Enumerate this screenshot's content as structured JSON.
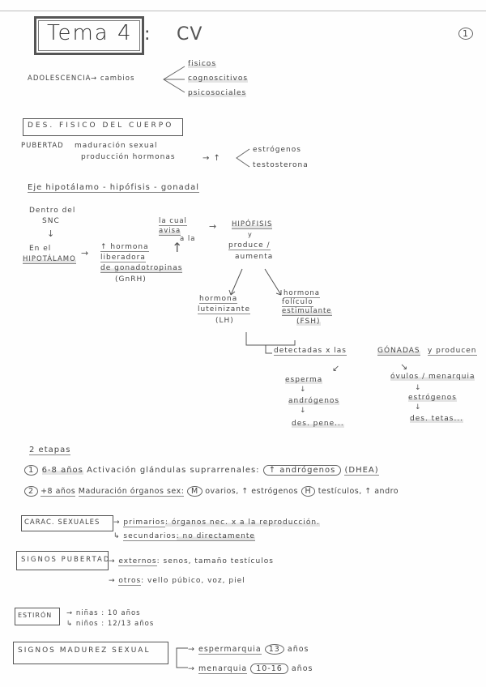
{
  "page": {
    "page_number": "1",
    "title": "Tema 4",
    "title_suffix": ":",
    "subject": "CV"
  },
  "adolescencia": {
    "label": "ADOLESCENCIA",
    "arrow": "→ cambios",
    "branches": [
      "fisicos",
      "cognoscitivos",
      "psicosociales"
    ]
  },
  "desarrollo_fisico": {
    "heading": "DES. FISICO DEL CUERPO",
    "pubertad": "PUBERTAD",
    "items": [
      "maduración sexual",
      "producción hormonas"
    ],
    "hormone_arrow": "→ ↑",
    "hormones": [
      "estrógenos",
      "testosterona"
    ]
  },
  "eje": {
    "heading": "Eje hipotálamo - hipófisis - gonadal",
    "dentro": "Dentro del",
    "snc": "SNC",
    "en_el": "En el",
    "hipotalamo": "HIPOTÁLAMO",
    "gnrh_lines": [
      "↑ hormona",
      "liberadora",
      "de gonadotropinas",
      "(GnRH)"
    ],
    "causa_lines": [
      "la cual",
      "avisa",
      "a la"
    ],
    "hipofisis": "HIPÓFISIS",
    "y": "y",
    "produce": "produce /",
    "aumenta": "aumenta",
    "lh_lines": [
      "hormona",
      "luteinizante",
      "(LH)"
    ],
    "fsh_lines": [
      "hormona",
      "folículo",
      "estimulante",
      "(FSH)"
    ],
    "detectadas": "detectadas x las",
    "gonadas": "GÓNADAS",
    "producen": "y producen",
    "male_chain": [
      "esperma",
      "andrógenos",
      "des. pene..."
    ],
    "female_chain": [
      "óvulos / menarquia",
      "estrógenos",
      "des. tetas..."
    ]
  },
  "etapas": {
    "heading": "2 etapas",
    "stage1": {
      "num": "1",
      "age": "6-8 años",
      "text": "Activación glándulas suprarrenales:",
      "circled": "↑ andrógenos",
      "extra": "(DHEA)"
    },
    "stage2": {
      "num": "2",
      "age": "+8 años",
      "text": "Maduración órganos sex:",
      "female_sym": "M",
      "female_text": "ovarios, ↑ estrógenos",
      "male_sym": "H",
      "male_text": "testículos, ↑ andro"
    }
  },
  "caracteres": {
    "label": "CARAC. SEXUALES",
    "primarios_label": "primarios",
    "primarios_text": ": órganos nec. x a la reproducción.",
    "secundarios_label": "secundarios",
    "secundarios_text": ": no directamente"
  },
  "signos_pubertad": {
    "label": "SIGNOS PUBERTAD",
    "externos_label": "externos",
    "externos_text": ": senos, tamaño testículos",
    "otros_label": "otros",
    "otros_text": ": vello púbico, voz, piel"
  },
  "estiron": {
    "label": "ESTIRÓN",
    "ninas": "niñas : 10 años",
    "ninos": "niños : 12/13 años"
  },
  "madurez": {
    "label": "SIGNOS MADUREZ SEXUAL",
    "espermarquia": "espermarquia",
    "esp_age": "13",
    "menarquia": "menarquia",
    "men_age": "10-16",
    "anos": "años"
  }
}
